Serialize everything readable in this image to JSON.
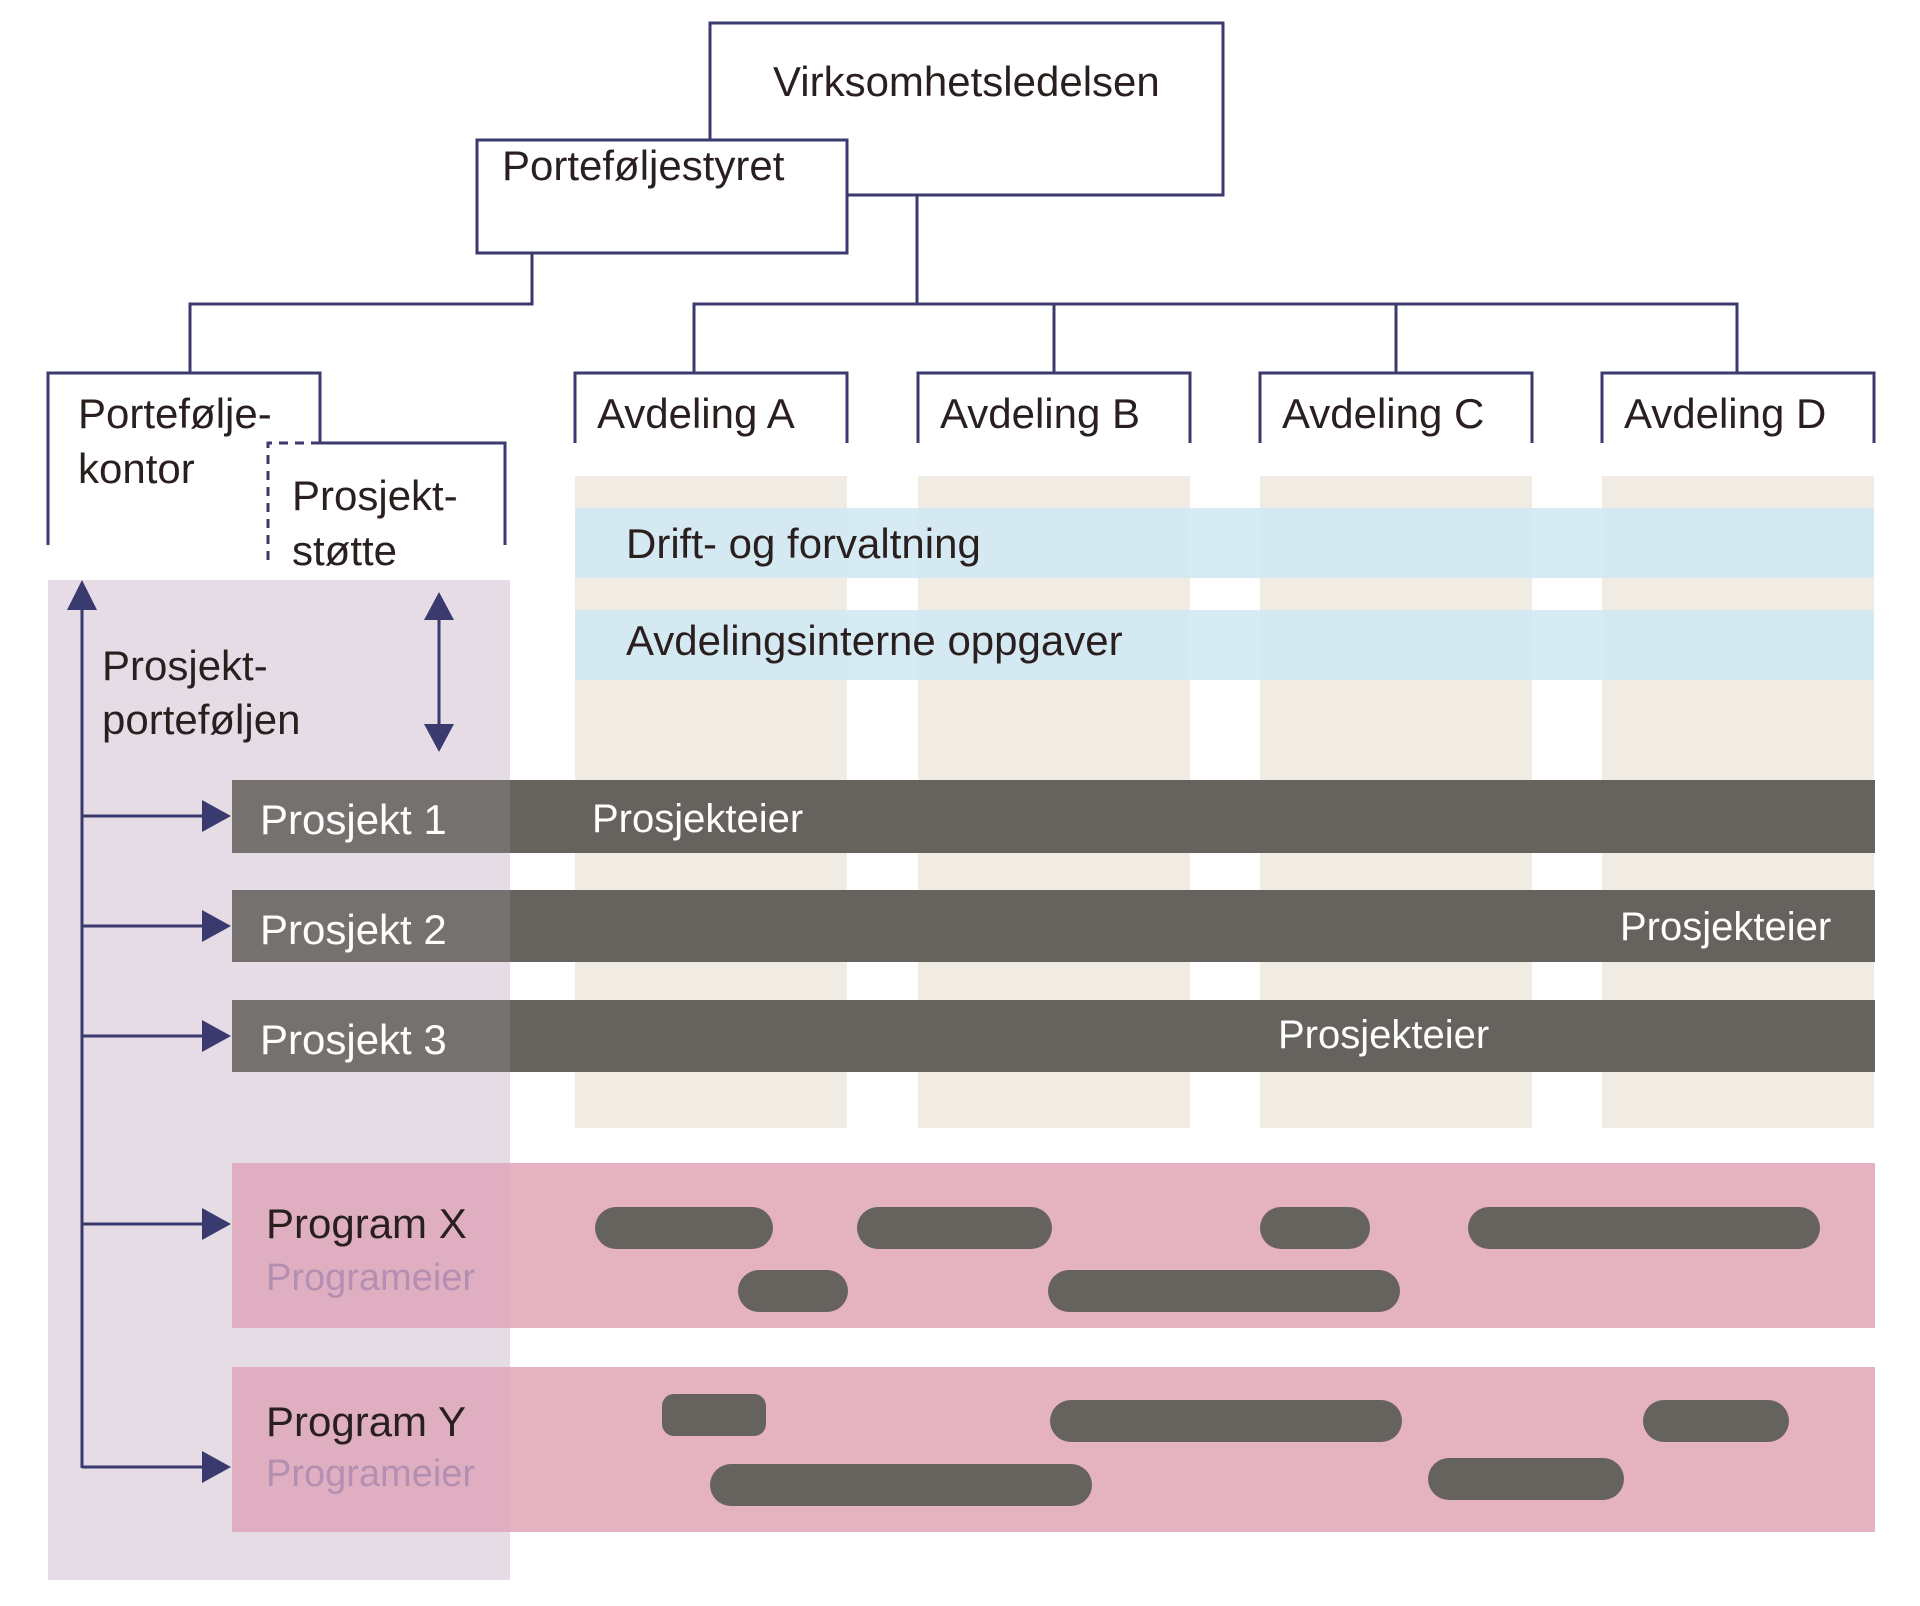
{
  "top_box": {
    "label": "Virksomhetsledelsen"
  },
  "board_box": {
    "label": "Porteføljestyret"
  },
  "office_box": {
    "label_line1": "Portefølje-",
    "label_line2": "kontor"
  },
  "support_box": {
    "label_line1": "Prosjekt-",
    "label_line2": "støtte"
  },
  "departments": [
    {
      "label": "Avdeling A"
    },
    {
      "label": "Avdeling B"
    },
    {
      "label": "Avdeling C"
    },
    {
      "label": "Avdeling D"
    }
  ],
  "bands": [
    {
      "label": "Drift- og forvaltning"
    },
    {
      "label": "Avdelingsinterne oppgaver"
    }
  ],
  "portfolio": {
    "label_line1": "Prosjekt-",
    "label_line2": "porteføljen"
  },
  "projects": [
    {
      "label": "Prosjekt 1",
      "owner": "Prosjekteier"
    },
    {
      "label": "Prosjekt 2",
      "owner": "Prosjekteier"
    },
    {
      "label": "Prosjekt 3",
      "owner": "Prosjekteier"
    }
  ],
  "programs": [
    {
      "label": "Program X",
      "owner": "Programeier"
    },
    {
      "label": "Program Y",
      "owner": "Programeier"
    }
  ],
  "colors": {
    "line": "#3a3a6e",
    "arrow": "#3a3a6e",
    "portfolio_bg": "#e6dce6",
    "department_column": "#f1ece3",
    "band": "#d7ecf6",
    "project_bar": "#66625e",
    "program_bg": "#e3b1c1",
    "program_owner_text": "#b78fb4"
  }
}
